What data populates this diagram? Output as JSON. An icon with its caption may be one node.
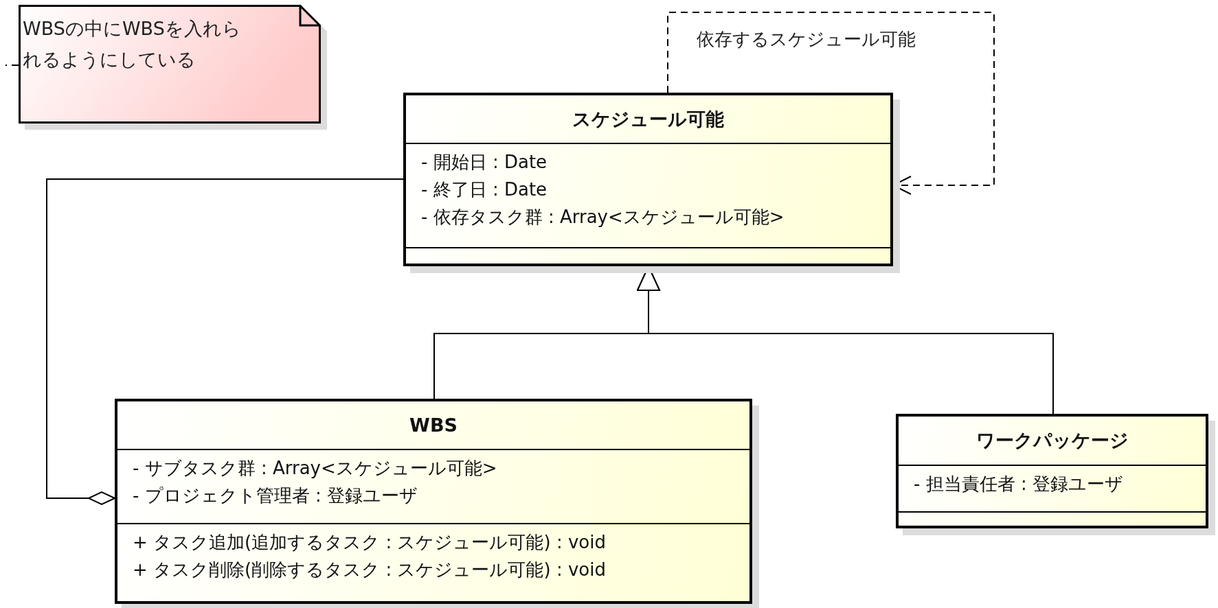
{
  "diagram": {
    "nodes": [
      {
        "text": [
          "WBSの中にWBSを入れられるようにしている"
        ]
      },
      {
        "text": [
          "スケジュール可能",
          "- 開始日 : Date",
          "- 終了日 : Date",
          "- 依存タスク群 : Array<スケジュール可能>"
        ]
      },
      {
        "text": [
          "WBS",
          "- サブタスク群 : Array<スケジュール可能>",
          "- プロジェクト管理者 : 登録ユーザ",
          "+ タスク追加(追加するタスク : スケジュール可能) : void",
          "+ タスク削除(削除するタスク : スケジュール可能) : void"
        ]
      },
      {
        "text": [
          "ワークパッケージ",
          "- 担当責任者 : 登録ユーザ"
        ]
      }
    ],
    "edges": [
      {
        "from": 0,
        "to": null,
        "arrow": "none",
        "style": "dashed"
      },
      {
        "from": 1,
        "to": 1,
        "arrow": "to",
        "style": "dashed",
        "label": "依存するスケジュール可能"
      },
      {
        "from": 2,
        "to": 1,
        "arrow": "to"
      },
      {
        "from": 3,
        "to": 1,
        "arrow": "to"
      },
      {
        "from": 2,
        "to": 1,
        "arrow": "other"
      }
    ]
  }
}
